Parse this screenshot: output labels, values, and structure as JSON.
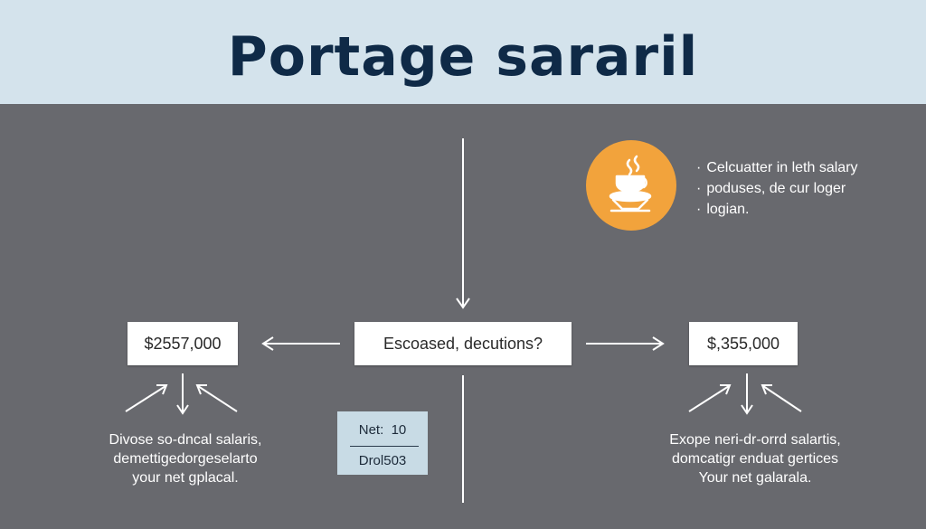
{
  "title": "Portage sararil",
  "center_box": {
    "label": "Escoased, decutions?"
  },
  "left": {
    "amount": "$2557,000",
    "description": [
      "Divose so-dncal salaris,",
      "demettigedorgeselarto",
      "your net gplacal."
    ]
  },
  "right": {
    "amount": "$,355,000",
    "description": [
      "Exope neri-dr-orrd salartis,",
      "domcatigr enduat gertices",
      "Your net galarala."
    ]
  },
  "net_box": {
    "line1": "Net:  10",
    "line2": "Drol503"
  },
  "info": {
    "icon": "coffee-cup-icon",
    "bullets": [
      "Celcuatter in leth salary",
      "poduses, de cur loger",
      "logian."
    ]
  },
  "colors": {
    "header_bg": "#d4e3ec",
    "title": "#0f2a47",
    "background": "#68696e",
    "badge": "#f2a33c",
    "net_box_bg": "#c8dbe5"
  }
}
